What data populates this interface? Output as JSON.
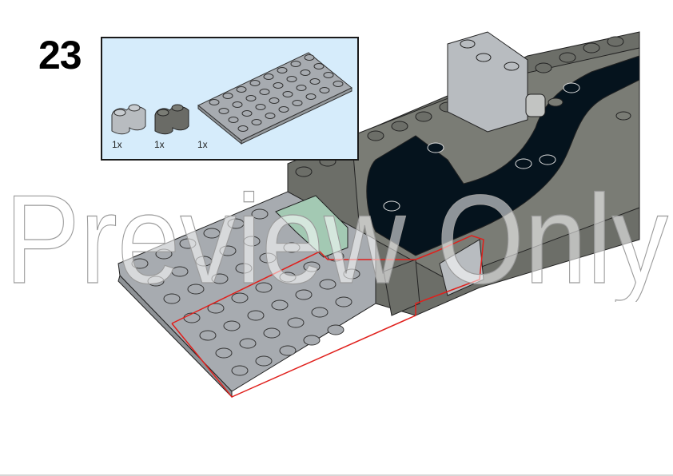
{
  "page": {
    "step_number": "23",
    "watermark_text": "Preview Only"
  },
  "parts_list": {
    "background": "#d6ecfb",
    "items": [
      {
        "name": "brick-1x2-modified-light-gray",
        "color": "#b8bcc0",
        "qty": "1x"
      },
      {
        "name": "brick-1x2-modified-dark-gray",
        "color": "#6a6b66",
        "qty": "1x"
      },
      {
        "name": "plate-4x8-light-gray",
        "color": "#a7abb0",
        "qty": "1x"
      }
    ]
  },
  "colors": {
    "light_bluish_gray": "#a7abb0",
    "dark_bluish_gray": "#6c6e68",
    "black": "#05131d",
    "sand_green": "#a3c9b3",
    "highlight_outline": "#e0201c"
  }
}
